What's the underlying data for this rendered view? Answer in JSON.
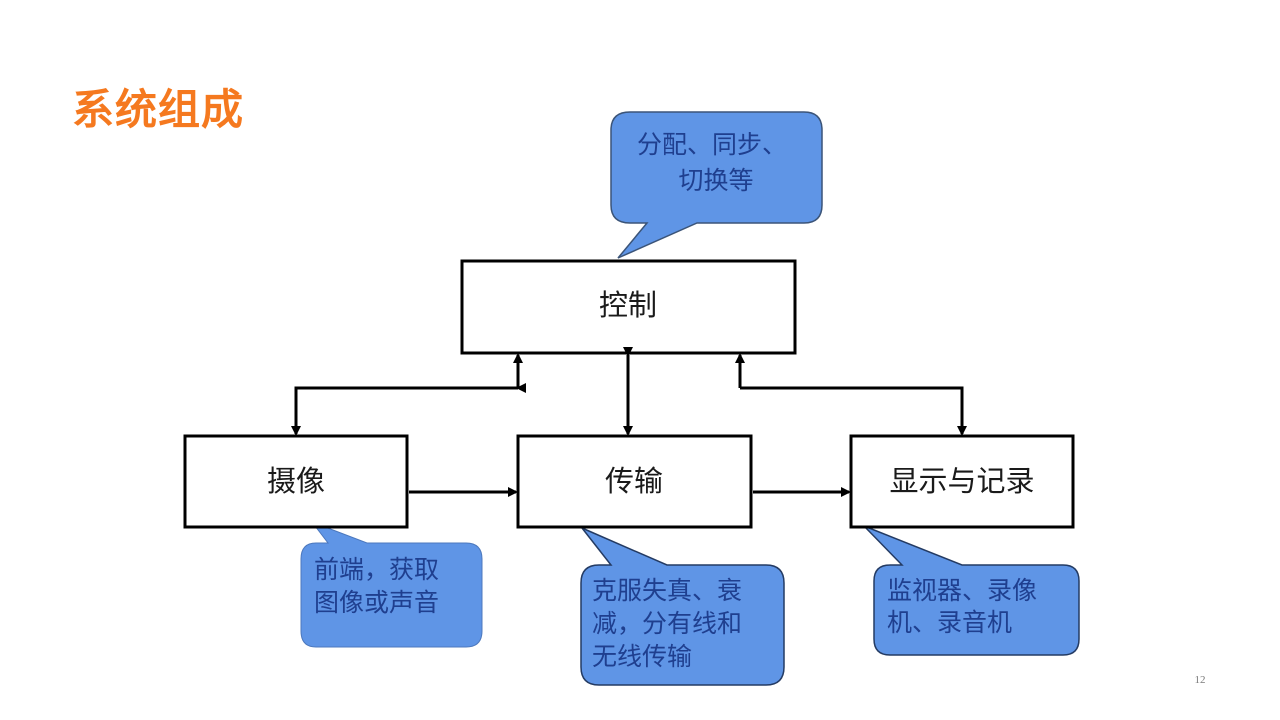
{
  "slide": {
    "title": "系统组成",
    "page_number": "12"
  },
  "nodes": {
    "control": "控制",
    "camera": "摄像",
    "transmission": "传输",
    "display": "显示与记录"
  },
  "callouts": {
    "control": [
      "分配、同步、",
      "切换等"
    ],
    "camera": [
      "前端，获取",
      "图像或声音"
    ],
    "transmission": [
      "克服失真、衰",
      "减，分有线和",
      "无线传输"
    ],
    "display": [
      "监视器、录像",
      "机、录音机"
    ]
  },
  "colors": {
    "title": "#f5791f",
    "callout_fill": "#5f95e6",
    "callout_text": "#1f3f8f",
    "box_stroke": "#000000"
  }
}
